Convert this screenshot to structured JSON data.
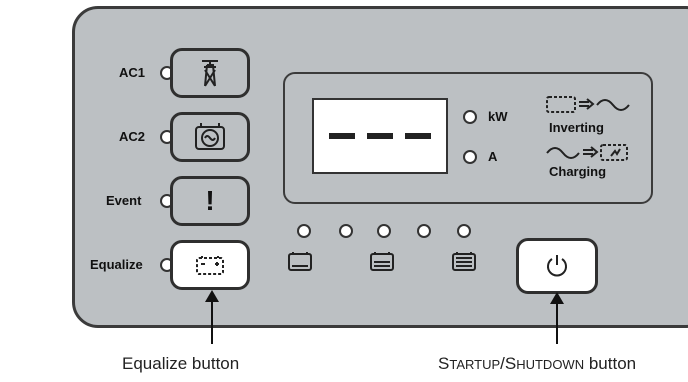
{
  "panel": {
    "side_buttons": [
      {
        "id": "ac1",
        "label": "AC1",
        "icon": "power-tower-icon"
      },
      {
        "id": "ac2",
        "label": "AC2",
        "icon": "generator-icon"
      },
      {
        "id": "event",
        "label": "Event",
        "icon": "exclamation-icon",
        "glyph": "!"
      },
      {
        "id": "equalize",
        "label": "Equalize",
        "icon": "battery-icon"
      }
    ],
    "display": {
      "unit_kw": "kW",
      "unit_a": "A"
    },
    "mode_inverting": "Inverting",
    "mode_charging": "Charging",
    "battery_level_leds": 5,
    "battery_icons": [
      "battery-low-icon",
      "battery-mid-icon",
      "battery-full-icon"
    ],
    "startup_button_icon": "power-icon"
  },
  "captions": {
    "equalize": "Equalize button",
    "startup_part1": "S",
    "startup_part2": "TARTUP",
    "startup_part3": "/S",
    "startup_part4": "HUTDOWN",
    "startup_part5": " button"
  },
  "colors": {
    "panel": "#bcc0c3",
    "outline": "#2f2f2f",
    "button_white": "#ffffff"
  }
}
